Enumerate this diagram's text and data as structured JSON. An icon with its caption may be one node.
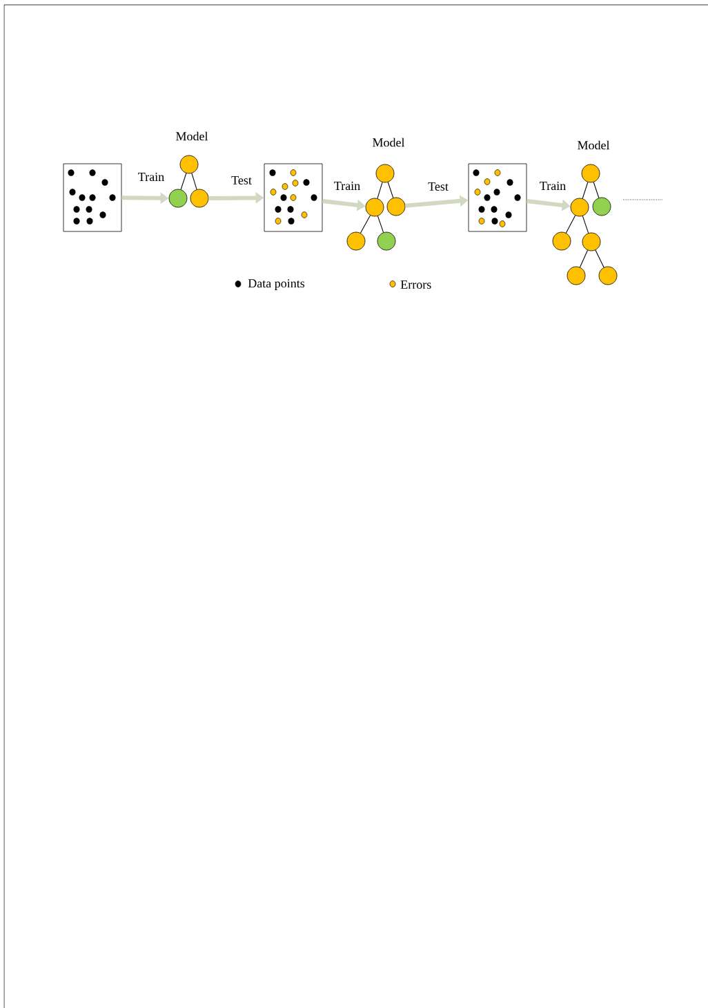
{
  "diagram": {
    "nodes": [
      {
        "text": [],
        "shape": "box"
      },
      {
        "text": [],
        "shape": "circle"
      },
      {
        "text": [],
        "shape": "circle"
      },
      {
        "text": [],
        "shape": "circle"
      },
      {
        "text": [],
        "shape": "box"
      },
      {
        "text": [],
        "shape": "circle"
      },
      {
        "text": [],
        "shape": "circle"
      },
      {
        "text": [],
        "shape": "circle"
      },
      {
        "text": [],
        "shape": "circle"
      },
      {
        "text": [],
        "shape": "circle"
      },
      {
        "text": [],
        "shape": "box"
      },
      {
        "text": [],
        "shape": "circle"
      },
      {
        "text": [],
        "shape": "circle"
      },
      {
        "text": [],
        "shape": "circle"
      },
      {
        "text": [],
        "shape": "circle"
      },
      {
        "text": [],
        "shape": "circle"
      },
      {
        "text": [],
        "shape": "circle"
      },
      {
        "text": [],
        "shape": "circle"
      }
    ],
    "edges": [
      {
        "from": 0,
        "to": 2,
        "arrow": "to",
        "label": "Train",
        "style": "thick",
        "color": "#d2d9c2"
      },
      {
        "from": 1,
        "to": 2,
        "arrow": "none"
      },
      {
        "from": 1,
        "to": 3,
        "arrow": "none"
      },
      {
        "from": 3,
        "to": 4,
        "arrow": "to",
        "label": "Test",
        "style": "thick",
        "color": "#d2d9c2"
      },
      {
        "from": 4,
        "to": 6,
        "arrow": "to",
        "label": "Train",
        "style": "thick",
        "color": "#d2d9c2"
      },
      {
        "from": 5,
        "to": 6,
        "arrow": "none"
      },
      {
        "from": 5,
        "to": 7,
        "arrow": "none"
      },
      {
        "from": 6,
        "to": 8,
        "arrow": "none"
      },
      {
        "from": 6,
        "to": 9,
        "arrow": "none"
      },
      {
        "from": 7,
        "to": 10,
        "arrow": "to",
        "label": "Test",
        "style": "thick",
        "color": "#d2d9c2"
      },
      {
        "from": 10,
        "to": 12,
        "arrow": "to",
        "label": "Train",
        "style": "thick",
        "color": "#d2d9c2"
      },
      {
        "from": 11,
        "to": 12,
        "arrow": "none"
      },
      {
        "from": 11,
        "to": 13,
        "arrow": "none"
      },
      {
        "from": 12,
        "to": 14,
        "arrow": "none"
      },
      {
        "from": 12,
        "to": 15,
        "arrow": "none"
      },
      {
        "from": 15,
        "to": 16,
        "arrow": "none"
      },
      {
        "from": 15,
        "to": 17,
        "arrow": "none"
      }
    ],
    "labels": [
      "Model",
      "Model",
      "Model"
    ],
    "legend": [
      {
        "text": "Data points",
        "color": "#000000"
      },
      {
        "text": "Errors",
        "color": "#ffc000"
      }
    ]
  }
}
